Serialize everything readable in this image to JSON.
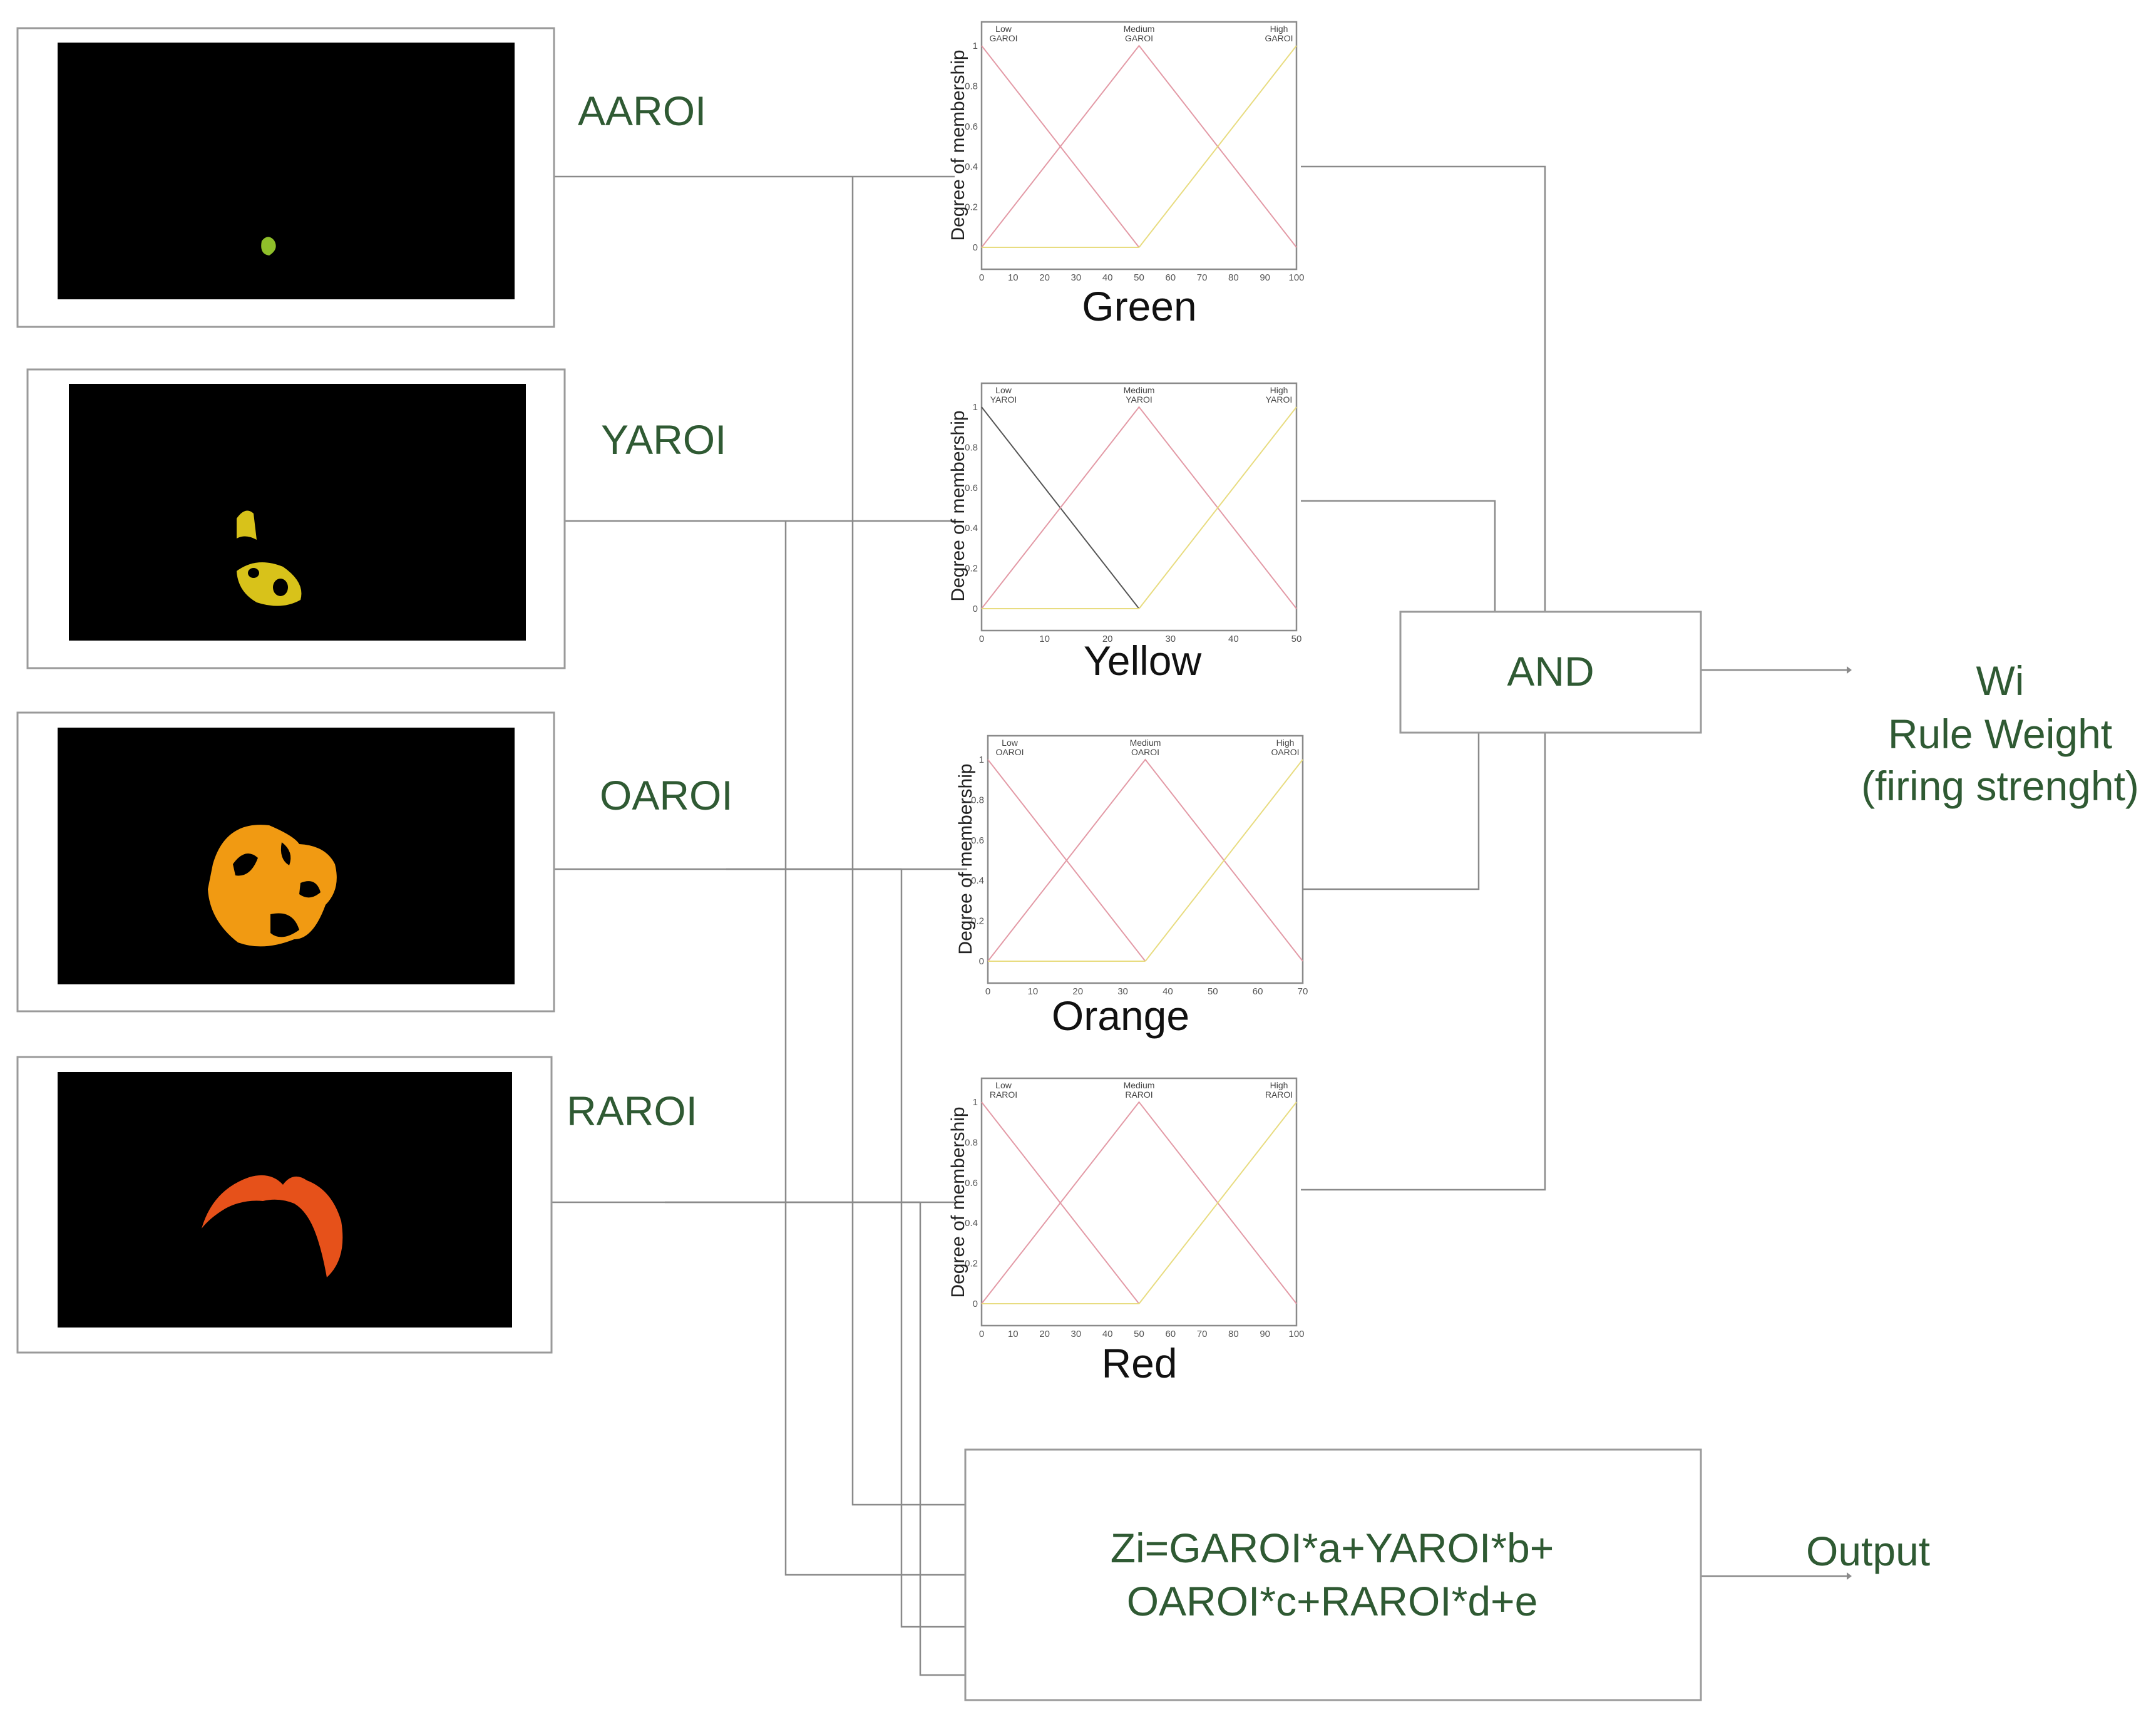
{
  "inputs": [
    {
      "label": "AAROI",
      "tint": "#8fbf2a"
    },
    {
      "label": "YAROI",
      "tint": "#d8c21a"
    },
    {
      "label": "OAROI",
      "tint": "#f19a12"
    },
    {
      "label": "RAROI",
      "tint": "#e6511a"
    }
  ],
  "plots": [
    {
      "title": "Green",
      "ylabel": "Degree of membership",
      "xticks": [
        "0",
        "10",
        "20",
        "30",
        "40",
        "50",
        "60",
        "70",
        "80",
        "90",
        "100"
      ],
      "yticks": [
        "0",
        "0.2",
        "0.4",
        "0.6",
        "0.8",
        "1"
      ],
      "mf_labels": [
        "Low GAROI",
        "Medium GAROI",
        "High GAROI"
      ]
    },
    {
      "title": "Yellow",
      "ylabel": "Degree of membership",
      "xticks": [
        "0",
        "10",
        "20",
        "30",
        "40",
        "50"
      ],
      "yticks": [
        "0",
        "0.2",
        "0.4",
        "0.6",
        "0.8",
        "1"
      ],
      "mf_labels": [
        "Low YAROI",
        "Medium YAROI",
        "High YAROI"
      ]
    },
    {
      "title": "Orange",
      "ylabel": "Degree of membership",
      "xticks": [
        "0",
        "10",
        "20",
        "30",
        "40",
        "50",
        "60",
        "70"
      ],
      "yticks": [
        "0",
        "0.2",
        "0.4",
        "0.6",
        "0.8",
        "1"
      ],
      "mf_labels": [
        "Low OAROI",
        "Medium OAROI",
        "High OAROI"
      ]
    },
    {
      "title": "Red",
      "ylabel": "Degree of membership",
      "xticks": [
        "0",
        "10",
        "20",
        "30",
        "40",
        "50",
        "60",
        "70",
        "80",
        "90",
        "100"
      ],
      "yticks": [
        "0",
        "0.2",
        "0.4",
        "0.6",
        "0.8",
        "1"
      ],
      "mf_labels": [
        "Low RAROI",
        "Medium RAROI",
        "High RAROI"
      ]
    }
  ],
  "and_box": {
    "label": "AND"
  },
  "rule_weight": {
    "line1": "Wi",
    "line2": "Rule Weight",
    "line3": "(firing strenght)"
  },
  "output_box": {
    "line1": "Zi=GAROI*a+YAROI*b+",
    "line2": "OAROI*c+RAROI*d+e"
  },
  "output_label": "Output",
  "colors": {
    "label_green": "#2f5a33",
    "mf_low": "#e39aa6",
    "mf_medium": "#e39aa6",
    "mf_high": "#e8dc80",
    "mf_dark": "#555555"
  }
}
